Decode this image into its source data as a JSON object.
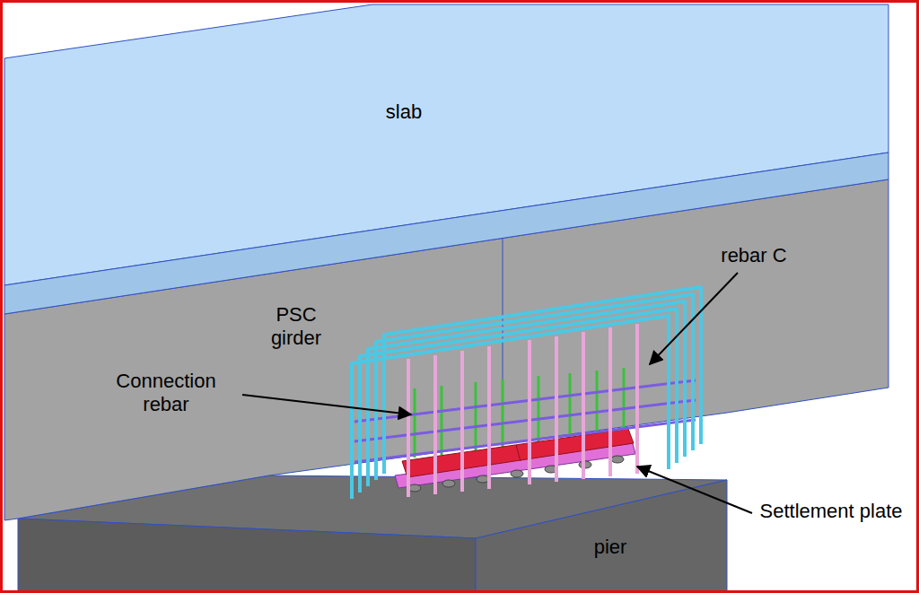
{
  "diagram": {
    "labels": [
      "slab",
      "rebar C",
      "PSC girder",
      "Connection rebar",
      "Settlement plate",
      "pier"
    ]
  }
}
